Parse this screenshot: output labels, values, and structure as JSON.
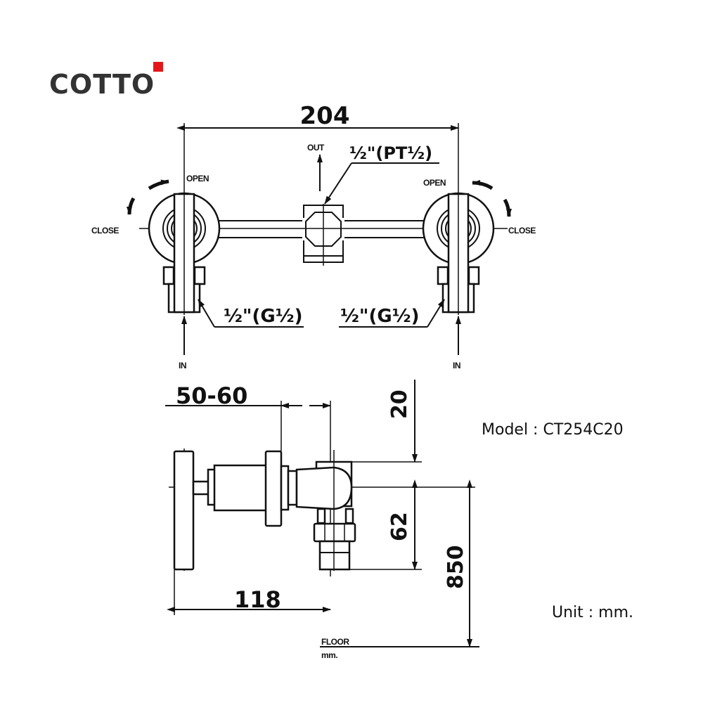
{
  "brand": {
    "logo_text": "COTTO",
    "accent_color": "#e3171b"
  },
  "top_view": {
    "width_dim": "204",
    "out_label": "OUT",
    "outlet_spec": "½\"(PT½)",
    "in_label_left": "IN",
    "in_label_right": "IN",
    "inlet_spec_left": "½\"(G½)",
    "inlet_spec_right": "½\"(G½)",
    "open_left": "OPEN",
    "open_right": "OPEN",
    "close_left": "CLOSE",
    "close_right": "CLOSE"
  },
  "side_view": {
    "wall_depth_dim": "50-60",
    "top_offset_dim": "20",
    "outlet_drop_dim": "62",
    "height_dim": "850",
    "length_dim": "118",
    "floor_label": "FLOOR",
    "floor_unit": "mm."
  },
  "info": {
    "model": "Model : CT254C20",
    "unit": "Unit : mm."
  }
}
